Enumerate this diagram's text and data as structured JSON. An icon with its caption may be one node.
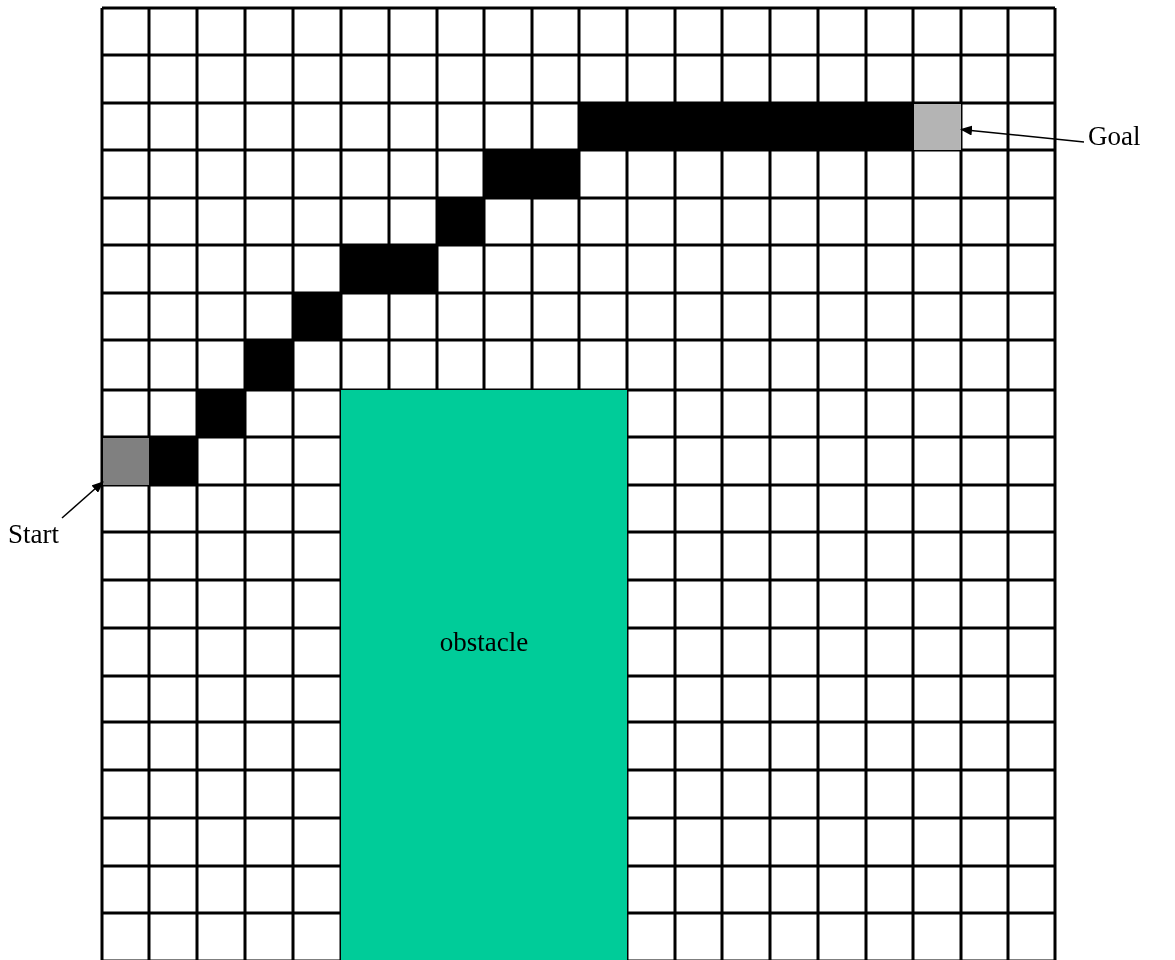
{
  "diagram": {
    "nodes": [
      {
        "text": [],
        "shape": "box"
      },
      {
        "text": [
          "Start"
        ]
      },
      {
        "text": [],
        "shape": "box"
      },
      {
        "text": [
          "Goal"
        ]
      },
      {
        "text": [
          "obstacle"
        ]
      }
    ],
    "edges": [
      {
        "from": 1,
        "to": 0,
        "arrow": "to"
      },
      {
        "from": 3,
        "to": 2,
        "arrow": "to"
      }
    ]
  }
}
